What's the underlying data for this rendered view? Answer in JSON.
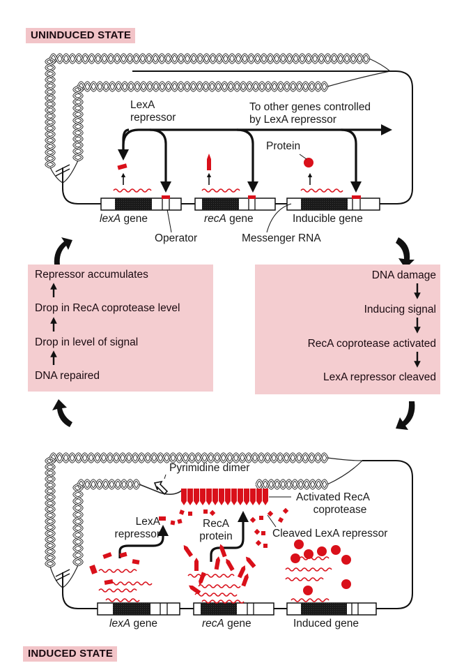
{
  "states": {
    "uninduced": "UNINDUCED STATE",
    "induced": "INDUCED STATE"
  },
  "uninduced": {
    "lexa_repressor_label": [
      "LexA",
      "repressor"
    ],
    "other_genes_label": [
      "To other genes controlled",
      "by LexA repressor"
    ],
    "protein_label": "Protein",
    "genes": [
      {
        "name_italic": "lexA",
        "suffix": " gene"
      },
      {
        "name_italic": "recA",
        "suffix": " gene"
      },
      {
        "name_italic": "",
        "suffix": "Inducible gene"
      }
    ],
    "operator_label": "Operator",
    "mrna_label": "Messenger RNA"
  },
  "left_cycle": {
    "steps": [
      "Repressor accumulates",
      "Drop in RecA coprotease level",
      "Drop in level of signal",
      "DNA repaired"
    ]
  },
  "right_cycle": {
    "steps": [
      "DNA damage",
      "Inducing signal",
      "RecA coprotease activated",
      "LexA repressor cleaved"
    ]
  },
  "induced": {
    "pyrimidine_label": "Pyrimidine dimer",
    "activated_reca_label": [
      "Activated RecA",
      "coprotease"
    ],
    "lexa_repressor_label": [
      "LexA",
      "repressor"
    ],
    "reca_protein_label": [
      "RecA",
      "protein"
    ],
    "cleaved_label": "Cleaved LexA repressor",
    "genes": [
      {
        "name_italic": "lexA",
        "suffix": " gene"
      },
      {
        "name_italic": "recA",
        "suffix": " gene"
      },
      {
        "name_italic": "",
        "suffix": "Induced gene"
      }
    ]
  },
  "colors": {
    "accent_red": "#d9101a",
    "pink_fill": "#f4cdd0",
    "badge_fill": "#f2c4c8",
    "ink": "#111111"
  }
}
